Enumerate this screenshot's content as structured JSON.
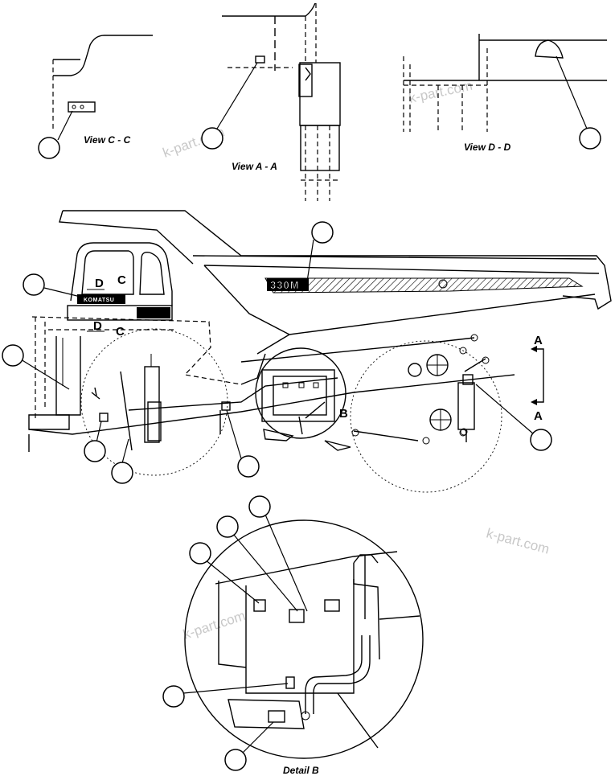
{
  "views": {
    "view_c": "View C - C",
    "view_a": "View A - A",
    "view_d": "View D - D",
    "detail_b": "Detail B"
  },
  "section_markers": {
    "a_top": "A",
    "a_bottom": "A",
    "b": "B",
    "c_upper": "C",
    "c_lower": "C",
    "d_upper": "D",
    "d_lower": "D"
  },
  "truck": {
    "model_decal": "330M",
    "brand_decal": "KOMATSU"
  },
  "watermarks": [
    "k-part.com",
    "k-part.com",
    "k-part.com",
    "k-part.com"
  ]
}
